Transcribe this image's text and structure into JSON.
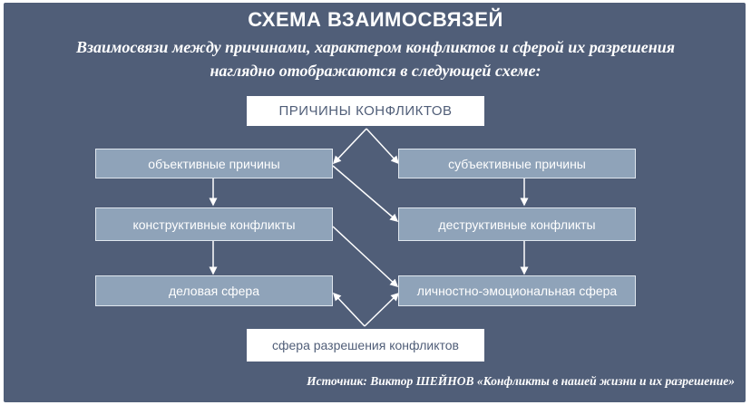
{
  "header": {
    "title": "СХЕМА ВЗАИМОСВЯЗЕЙ",
    "subtitle_line1": "Взаимосвязи между причинами, характером конфликтов и сферой их разрешения",
    "subtitle_line2": "наглядно отображаются в следующей схеме:"
  },
  "diagram": {
    "top": "ПРИЧИНЫ КОНФЛИКТОВ",
    "left": {
      "cause": "объективные причины",
      "conflict": "конструктивные конфликты",
      "sphere": "деловая сфера"
    },
    "right": {
      "cause": "субъективные причины",
      "conflict": "деструктивные конфликты",
      "sphere": "личностно-эмоциональная сфера"
    },
    "bottom": "сфера разрешения конфликтов"
  },
  "footer": {
    "source": "Источник: Виктор ШЕЙНОВ «Конфликты в нашей жизни и их разрешение»"
  },
  "colors": {
    "background": "#505e78",
    "box_blue": "#8fa3b9",
    "box_white": "#ffffff",
    "arrow": "#ffffff"
  }
}
